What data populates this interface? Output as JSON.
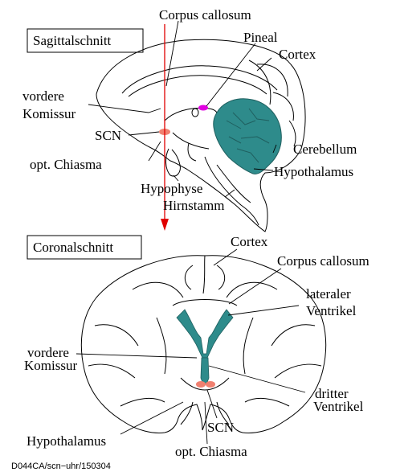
{
  "colors": {
    "teal": "#2e8b8b",
    "teal_dark": "#1f5f5f",
    "magenta": "#e000e0",
    "salmon": "#f08070",
    "arrow": "#e00000",
    "line": "#000000"
  },
  "sagittal": {
    "title": "Sagittalschnitt",
    "labels": {
      "corpus_callosum": "Corpus callosum",
      "pineal": "Pineal",
      "cortex": "Cortex",
      "vordere": "vordere",
      "komissur": "Komissur",
      "scn": "SCN",
      "opt_chiasma": "opt. Chiasma",
      "cerebellum": "Cerebellum",
      "hypothalamus": "Hypothalamus",
      "hypophyse": "Hypophyse",
      "hirnstamm": "Hirnstamm"
    }
  },
  "coronal": {
    "title": "Coronalschnitt",
    "labels": {
      "cortex": "Cortex",
      "corpus_callosum": "Corpus callosum",
      "lateraler": "lateraler",
      "ventrikel_lat": "Ventrikel",
      "vordere": "vordere",
      "komissur": "Komissur",
      "dritter": "dritter",
      "ventrikel_3": "Ventrikel",
      "scn": "SCN",
      "hypothalamus": "Hypothalamus",
      "opt_chiasma": "opt. Chiasma"
    }
  },
  "footer": "D044CA/scn−uhr/150304"
}
